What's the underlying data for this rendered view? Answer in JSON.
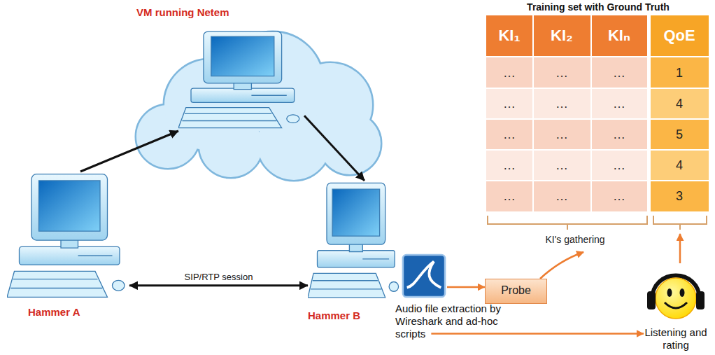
{
  "diagram": {
    "title": "Training set with Ground Truth",
    "nodes": [
      {
        "text": [
          "VM running Netem"
        ]
      },
      {
        "text": [
          "Hammer A"
        ]
      },
      {
        "text": [
          "Hammer B"
        ]
      },
      {
        "text": [
          "Audio file extraction by Wireshark and ad-hoc scripts"
        ]
      },
      {
        "text": [
          "Probe"
        ]
      },
      {
        "text": [
          "Listening and rating"
        ]
      }
    ],
    "edges": [
      {
        "from": 1,
        "to": 0,
        "arrow": "to"
      },
      {
        "from": 0,
        "to": 2,
        "arrow": "to"
      },
      {
        "from": 1,
        "to": 2,
        "label": "SIP/RTP session",
        "arrow": "both"
      },
      {
        "from": 3,
        "to": 4,
        "arrow": "to"
      },
      {
        "from": 3,
        "to": 5,
        "arrow": "to"
      }
    ],
    "labels": [
      "KI₁",
      "KI₂",
      "KIₙ",
      "QoE",
      "…",
      "…",
      "…",
      "1",
      "…",
      "…",
      "…",
      "4",
      "…",
      "…",
      "…",
      "5",
      "…",
      "…",
      "…",
      "4",
      "…",
      "…",
      "…",
      "3",
      "KI's gathering"
    ]
  }
}
